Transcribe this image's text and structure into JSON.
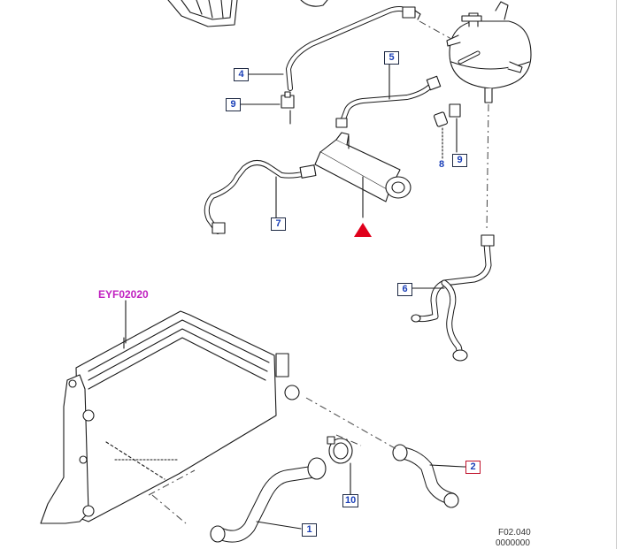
{
  "diagram": {
    "reference_label": "EYF02020",
    "footer": {
      "code": "F02.040",
      "number": "0000000"
    },
    "callouts": {
      "c1": "1",
      "c2": "2",
      "c4": "4",
      "c5": "5",
      "c6": "6",
      "c7": "7",
      "c8": "8",
      "c9a": "9",
      "c9b": "9",
      "c10": "10"
    },
    "colors": {
      "line": "#1a1a1a",
      "callout_text": "#1a3fb8",
      "callout_border": "#1f2a44",
      "highlight_border": "#c0102a",
      "reference_label": "#c020c0",
      "warning_triangle": "#e0001b"
    }
  }
}
